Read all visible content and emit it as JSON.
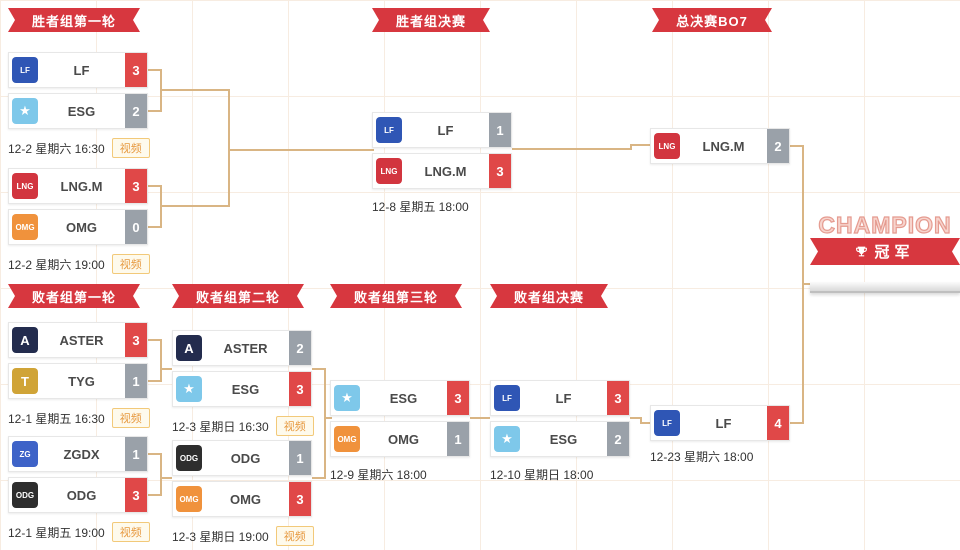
{
  "banners": {
    "wb_r1": "胜者组第一轮",
    "wb_final": "胜者组决赛",
    "grand_final": "总决赛BO7",
    "lb_r1": "败者组第一轮",
    "lb_r2": "败者组第二轮",
    "lb_r3": "败者组第三轮",
    "lb_final": "败者组决赛"
  },
  "labels": {
    "video": "视频",
    "champion": "冠军",
    "champion_watermark": "CHAMPION"
  },
  "colors": {
    "banner_red": "#d7373f",
    "win_red": "#e04848",
    "lose_gray": "#9aa1a9",
    "connector_tan": "#d9b584"
  },
  "logos": {
    "LF": {
      "text": "LF",
      "bg": "#2f56b5"
    },
    "ESG": {
      "text": "★",
      "bg": "#7ec8ea"
    },
    "LNGM": {
      "text": "LNG",
      "bg": "#d2353f"
    },
    "OMG": {
      "text": "OMG",
      "bg": "#f0923c"
    },
    "ASTER": {
      "text": "A",
      "bg": "#232c4e"
    },
    "TYG": {
      "text": "T",
      "bg": "#d0a437"
    },
    "ZGDX": {
      "text": "ZG",
      "bg": "#3e63c8"
    },
    "ODG": {
      "text": "ODG",
      "bg": "#2e2e2e"
    }
  },
  "matches": {
    "wb1m1": {
      "teams": [
        {
          "name": "LF",
          "score": "3",
          "win": true
        },
        {
          "name": "ESG",
          "score": "2",
          "win": false
        }
      ],
      "date": "12-2 星期六 16:30",
      "has_video": true
    },
    "wb1m2": {
      "teams": [
        {
          "name": "LNG.M",
          "score": "3",
          "win": true
        },
        {
          "name": "OMG",
          "score": "0",
          "win": false
        }
      ],
      "date": "12-2 星期六 19:00",
      "has_video": true
    },
    "wbf": {
      "teams": [
        {
          "name": "LF",
          "score": "1",
          "win": false
        },
        {
          "name": "LNG.M",
          "score": "3",
          "win": true
        }
      ],
      "date": "12-8 星期五 18:00",
      "has_video": false
    },
    "lb1m1": {
      "teams": [
        {
          "name": "ASTER",
          "score": "3",
          "win": true
        },
        {
          "name": "TYG",
          "score": "1",
          "win": false
        }
      ],
      "date": "12-1 星期五 16:30",
      "has_video": true
    },
    "lb1m2": {
      "teams": [
        {
          "name": "ZGDX",
          "score": "1",
          "win": false
        },
        {
          "name": "ODG",
          "score": "3",
          "win": true
        }
      ],
      "date": "12-1 星期五 19:00",
      "has_video": true
    },
    "lb2m1": {
      "teams": [
        {
          "name": "ASTER",
          "score": "2",
          "win": false
        },
        {
          "name": "ESG",
          "score": "3",
          "win": true
        }
      ],
      "date": "12-3 星期日 16:30",
      "has_video": true
    },
    "lb2m2": {
      "teams": [
        {
          "name": "ODG",
          "score": "1",
          "win": false
        },
        {
          "name": "OMG",
          "score": "3",
          "win": true
        }
      ],
      "date": "12-3 星期日 19:00",
      "has_video": true
    },
    "lb3": {
      "teams": [
        {
          "name": "ESG",
          "score": "3",
          "win": true
        },
        {
          "name": "OMG",
          "score": "1",
          "win": false
        }
      ],
      "date": "12-9 星期六 18:00",
      "has_video": false
    },
    "lbf": {
      "teams": [
        {
          "name": "LF",
          "score": "3",
          "win": true
        },
        {
          "name": "ESG",
          "score": "2",
          "win": false
        }
      ],
      "date": "12-10 星期日 18:00",
      "has_video": false
    },
    "gf_top": {
      "teams": [
        {
          "name": "LNG.M",
          "score": "2",
          "win": false
        }
      ]
    },
    "gf_bottom": {
      "teams": [
        {
          "name": "LF",
          "score": "4",
          "win": true
        }
      ],
      "date": "12-23 星期六 18:00",
      "has_video": false
    }
  }
}
